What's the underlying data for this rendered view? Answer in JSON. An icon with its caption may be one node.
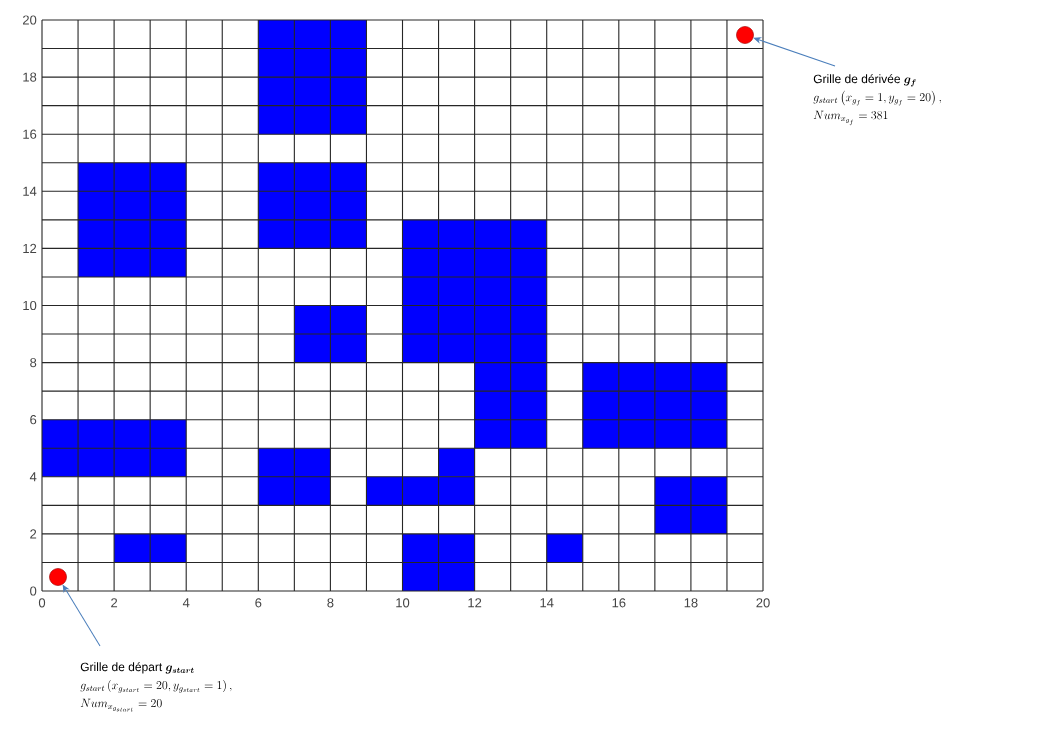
{
  "diagram": {
    "nodes": [
      {
        "text": [],
        "shape": "circle"
      },
      {
        "text": [],
        "shape": "circle"
      },
      {
        "text": [
          "Grille de dérivée",
          "\\boldsymbol{g_f}",
          "g_{start}\\left(x_{g_f} = 1, y_{g_f} = 20\\right),",
          "Num_{x_{g_f}} = 381"
        ]
      },
      {
        "text": [
          "Grille de départ",
          "\\boldsymbol{g_{start}}",
          "g_{start}\\left(x_{g_{start}} = 20, y_{g_{start}} = 1\\right),",
          "Num_{x_{g_{start}}} = 20"
        ]
      }
    ],
    "edges": [
      {
        "from": 2,
        "to": 1,
        "arrow": "to"
      },
      {
        "from": 3,
        "to": 0,
        "arrow": "to"
      }
    ],
    "labels": [
      "20",
      "18",
      "16",
      "14",
      "12",
      "10",
      "8",
      "6",
      "4",
      "2",
      "0",
      "0",
      "2",
      "4",
      "6",
      "8",
      "10",
      "12",
      "14",
      "16",
      "18",
      "20"
    ]
  }
}
